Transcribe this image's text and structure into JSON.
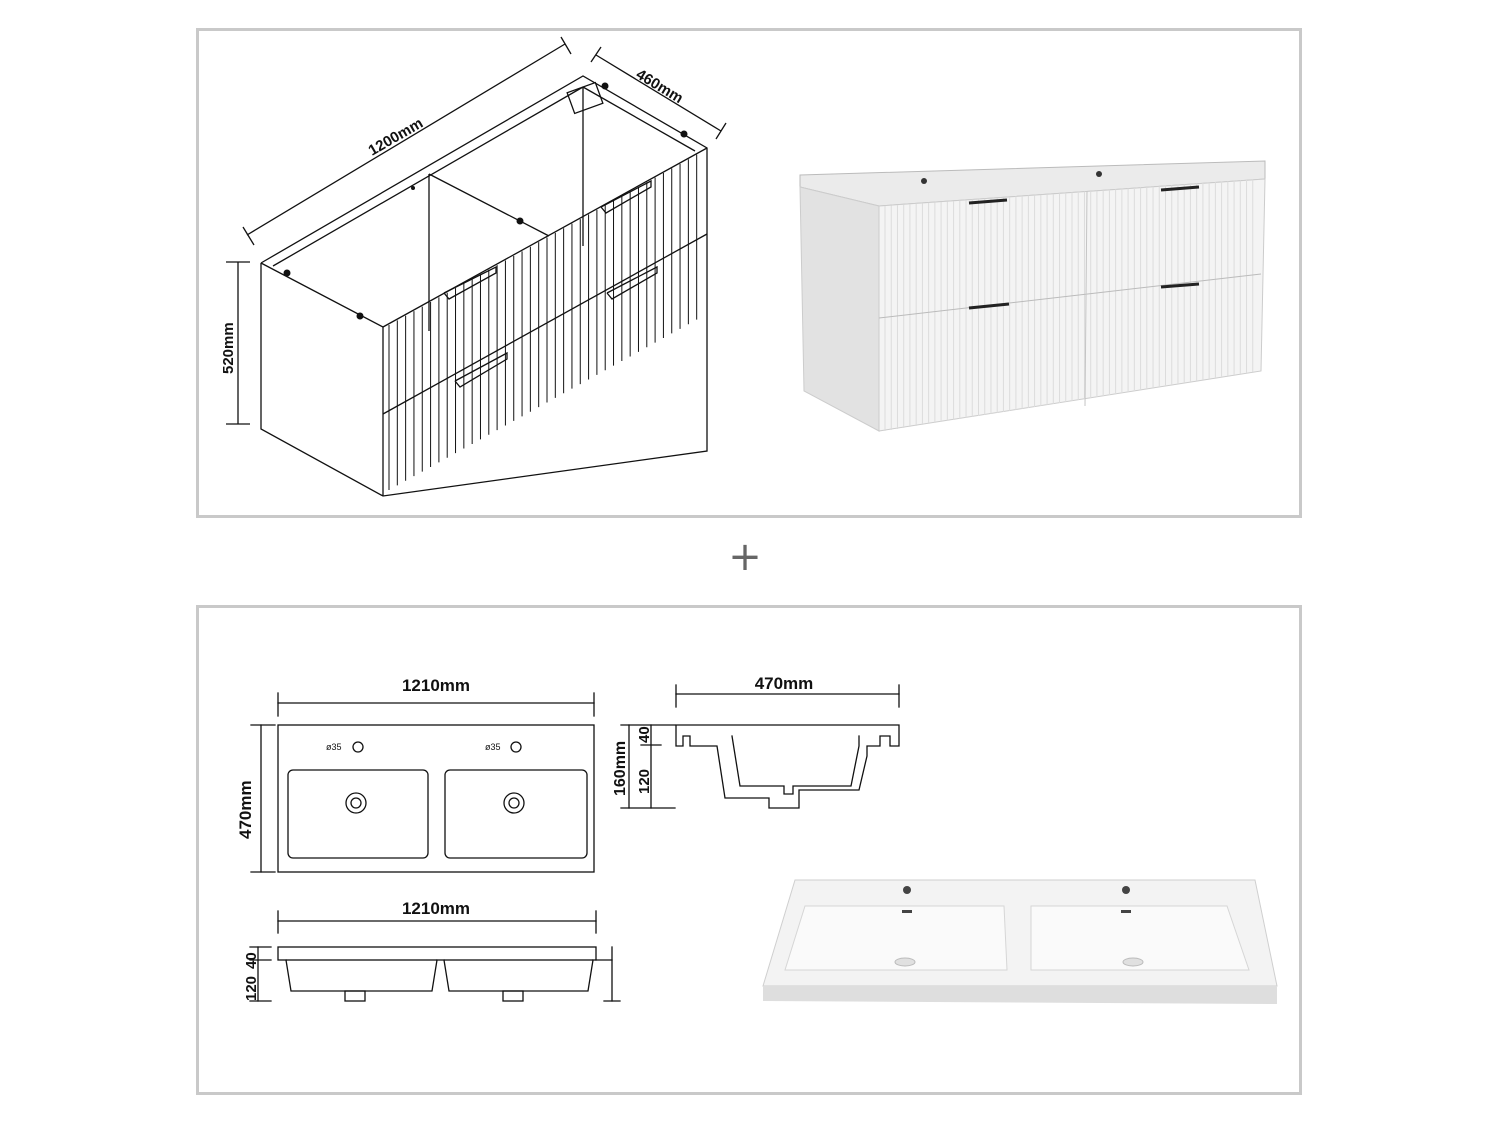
{
  "cabinet_drawing": {
    "width_label": "1200mm",
    "depth_label": "460mm",
    "height_label": "520mm"
  },
  "separator": "+",
  "basin_top_view": {
    "width_label": "1210mm",
    "depth_label": "470mm",
    "tap_hole_left_label": "ø35",
    "tap_hole_right_label": "ø35"
  },
  "basin_side_view": {
    "width_label": "470mm",
    "total_height_label": "160mm",
    "rim_height_label": "40",
    "bowl_height_label": "120"
  },
  "basin_front_view": {
    "width_label": "1210mm",
    "rim_height_label": "40",
    "bowl_height_label": "120"
  },
  "colors": {
    "panel_border": "#c9c9c9",
    "line": "#111111",
    "cabinet_white": "#f4f4f4"
  }
}
